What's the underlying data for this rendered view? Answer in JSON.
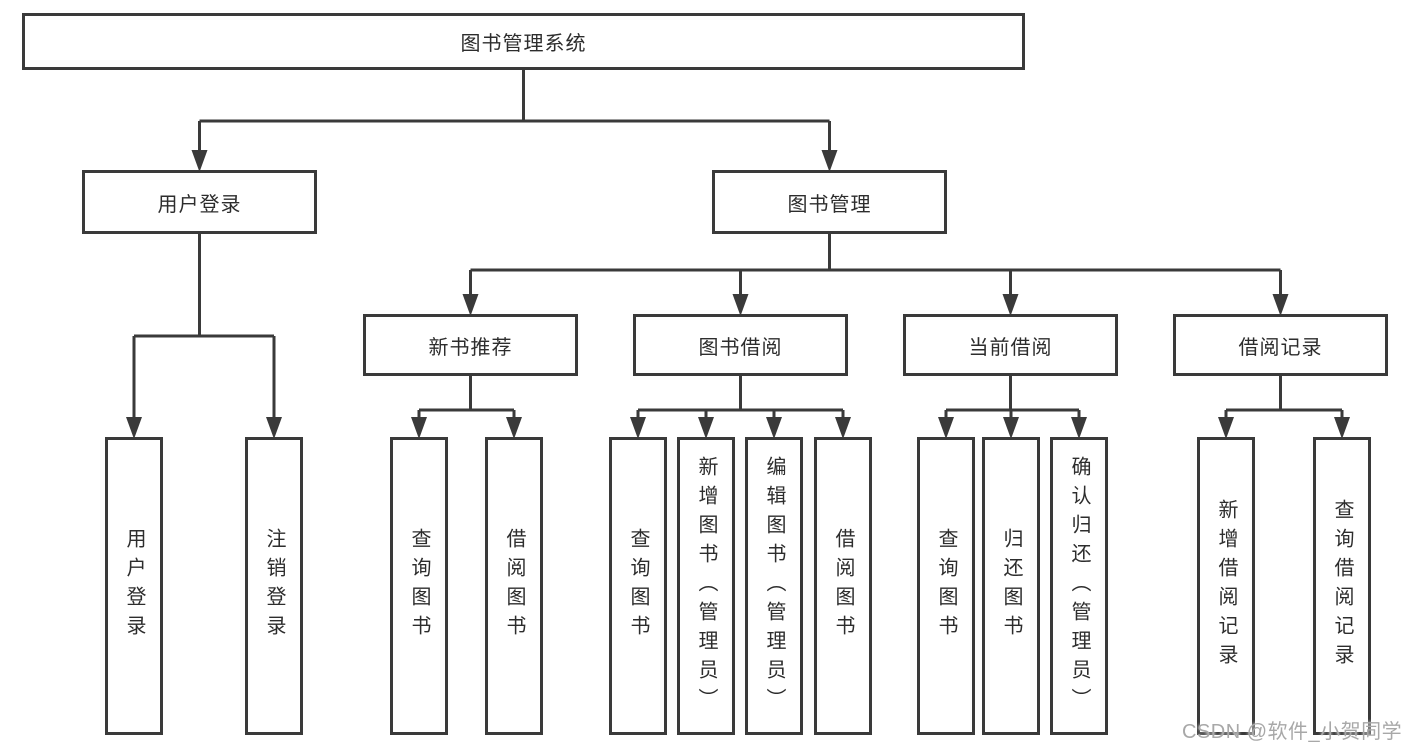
{
  "tree": {
    "root": "图书管理系统",
    "level2": [
      {
        "id": "user-login",
        "label": "用户登录",
        "leaves": [
          "用户登录",
          "注销登录"
        ]
      },
      {
        "id": "book-management",
        "label": "图书管理",
        "sections": [
          {
            "id": "new-book-recommend",
            "label": "新书推荐",
            "leaves": [
              "查询图书",
              "借阅图书"
            ]
          },
          {
            "id": "book-borrow",
            "label": "图书借阅",
            "leaves": [
              "查询图书",
              "新增图书（管理员）",
              "编辑图书（管理员）",
              "借阅图书"
            ]
          },
          {
            "id": "current-borrow",
            "label": "当前借阅",
            "leaves": [
              "查询图书",
              "归还图书",
              "确认归还（管理员）"
            ]
          },
          {
            "id": "borrow-records",
            "label": "借阅记录",
            "leaves": [
              "新增借阅记录",
              "查询借阅记录"
            ]
          }
        ]
      }
    ]
  },
  "watermark": "CSDN @软件_小贺同学",
  "colors": {
    "line": "#3a3a3a",
    "text": "#2d2d2d",
    "box_fill": "#ffffff",
    "watermark": "#a8a8a8"
  }
}
